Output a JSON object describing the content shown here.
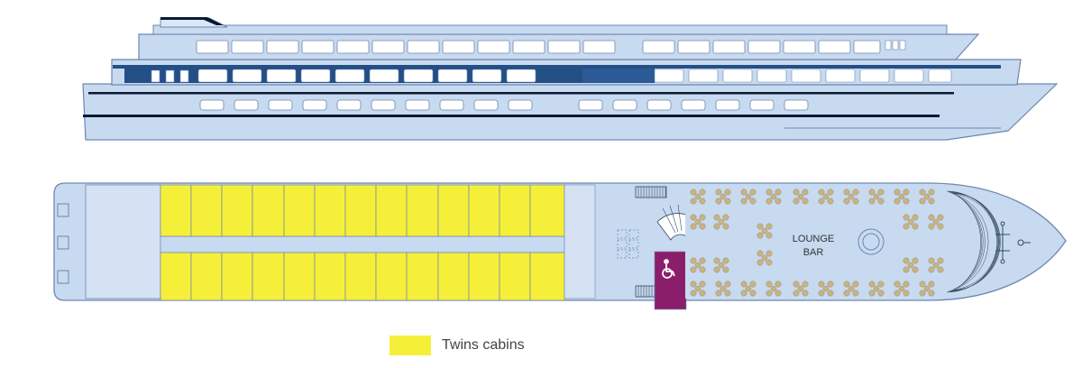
{
  "colors": {
    "hull": "#c8daf0",
    "outline": "#6d87b0",
    "cabin": "#f5ef3a",
    "accessible": "#8b1e6b",
    "dark": "#0b1a33",
    "window_blue": "#234f86",
    "chair": "#c8b483"
  },
  "plan": {
    "lounge_label_1": "LOUNGE",
    "lounge_label_2": "BAR",
    "accessible_icon": "wheelchair-icon"
  },
  "legend": {
    "twins_label": "Twins cabins"
  }
}
